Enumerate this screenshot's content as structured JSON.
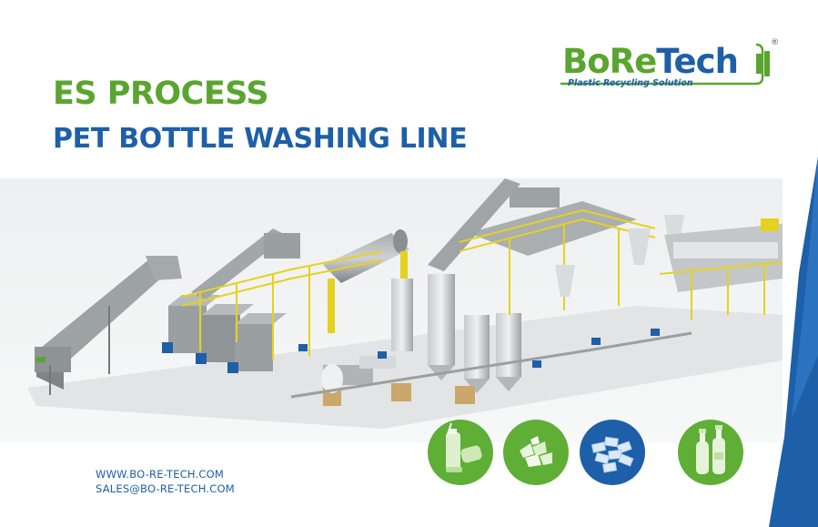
{
  "brand": {
    "name_part1": "BoRe",
    "name_part2": "Tech",
    "tagline": "Plastic Recycling Solution",
    "registered_mark": "®"
  },
  "headline": {
    "line1": "ES PROCESS",
    "line2": "PET BOTTLE WASHING LINE"
  },
  "contact": {
    "website": "WWW.BO-RE-TECH.COM",
    "email": "SALES@BO-RE-TECH.COM"
  },
  "colors": {
    "green": "#5aa52f",
    "blue": "#1d5fa8",
    "machine_gray": "#8e9396",
    "safety_yellow": "#e5d21e"
  },
  "icons": [
    "bottles-icon",
    "pet-flakes-icon",
    "clear-flakes-icon",
    "clean-bottles-icon"
  ]
}
